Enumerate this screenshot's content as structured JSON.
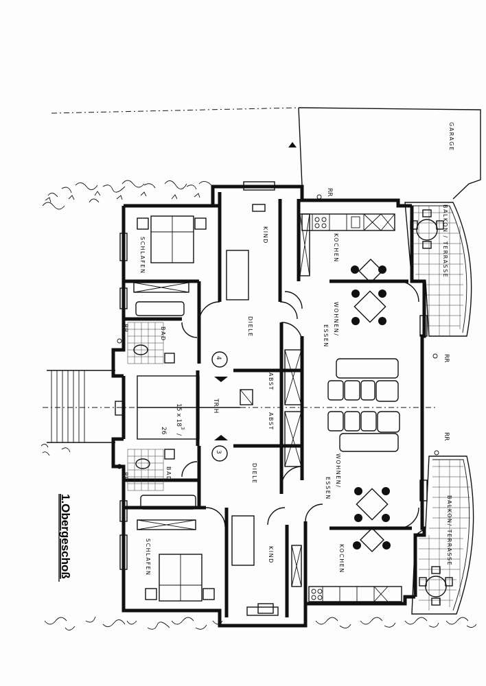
{
  "plan": {
    "title": "1.Obergeschoß",
    "labels": {
      "garage": "GARAGE",
      "balkon_top": "BALKON / TERRASSE",
      "balkon_bottom": "BALKON/ TERRASSE",
      "kind": "KIND",
      "kochen": "KOCHEN",
      "schlafen": "SCHLAFEN",
      "dielen": "DIELE",
      "bad": "BAD",
      "wohnen": "WOHNEN/",
      "essen": "ESSEN",
      "abst": "ABST",
      "trh": "TR H",
      "stair_dims_a": "15 x 18",
      "stair_dims_sup": "3",
      "stair_dims_b": "/",
      "stair_dims_c": "26",
      "rr": "RR",
      "num_top": "4",
      "num_bottom": "3"
    }
  }
}
